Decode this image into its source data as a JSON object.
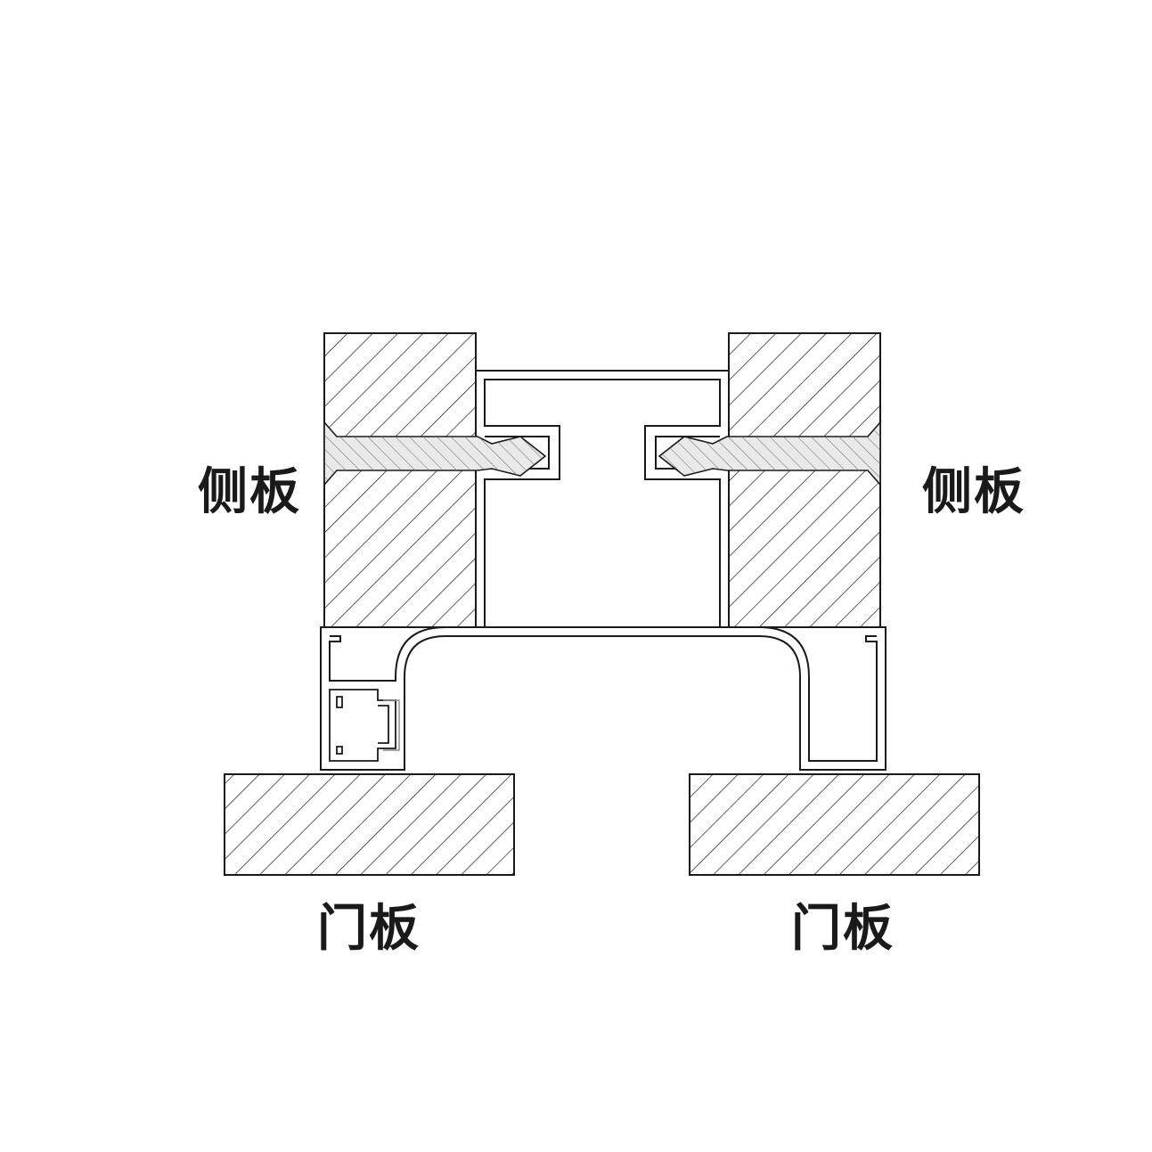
{
  "labels": {
    "side_panel_left": "侧板",
    "side_panel_right": "侧板",
    "door_panel_left": "门板",
    "door_panel_right": "门板"
  },
  "colors": {
    "line": "#1a1a1a",
    "screw_hatch": "#666666",
    "screw_fill": "#e9e9e9",
    "background": "#ffffff"
  }
}
